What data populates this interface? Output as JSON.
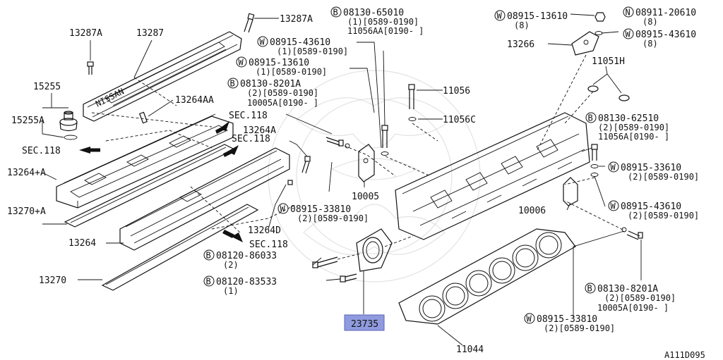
{
  "colors": {
    "ink": "#111111",
    "highlight": "#8f9bde",
    "background": "#ffffff"
  },
  "labels": {
    "p13287A_top": "13287A",
    "p13287A_left": "13287A",
    "p13287": "13287",
    "p15255": "15255",
    "p15255A": "15255A",
    "sec118_left": "SEC.118",
    "p13264_A": "13264+A",
    "p13270_A": "13270+A",
    "p13264": "13264",
    "p13270": "13270",
    "p13264AA": "13264AA",
    "sec118_a": "SEC.118",
    "sec118_b": "SEC.118",
    "p13264A": "13264A",
    "p13264D": "13264D",
    "sec118_c": "SEC.118",
    "b08130_65010": "08130-65010",
    "b08130_65010_l1": "(1)[0589-0190]",
    "p11056AA": "11056AA[0190-    ]",
    "w08915_43610_a": "08915-43610",
    "w08915_43610_a_l1": "(1)[0589-0190]",
    "w08915_13610_a": "08915-13610",
    "w08915_13610_a_l1": "(1)[0589-0190]",
    "b08130_8201A_a": "08130-8201A",
    "b08130_8201A_a_l1": "(2)[0589-0190]",
    "p10005A_a": "10005A[0190-    ]",
    "p11056": "11056",
    "p11056C": "11056C",
    "p10005": "10005",
    "w08915_33810_a": "08915-33810",
    "w08915_33810_a_l1": "(2)[0589-0190]",
    "b08120_86033": "08120-86033",
    "b08120_86033_l1": "(2)",
    "b08120_83533": "08120-83533",
    "b08120_83533_l1": "(1)",
    "p23735": "23735",
    "p11044": "11044",
    "w08915_13610_b": "08915-13610",
    "w08915_13610_b_l1": "(8)",
    "n08911_20610": "08911-20610",
    "n08911_20610_l1": "(8)",
    "w08915_43610_b": "08915-43610",
    "w08915_43610_b_l1": "(8)",
    "p13266": "13266",
    "p11051H": "11051H",
    "b08130_62510": "08130-62510",
    "b08130_62510_l1": "(2)[0589-0190]",
    "p11056A": "11056A[0190-    ]",
    "w08915_33610": "08915-33610",
    "w08915_33610_l1": "(2)[0589-0190]",
    "p10006": "10006",
    "w08915_43610_c": "08915-43610",
    "w08915_43610_c_l1": "(2)[0589-0190]",
    "b08130_8201A_b": "08130-8201A",
    "b08130_8201A_b_l1": "(2)[0589-0190]",
    "p10005A_b": "10005A[0190-    ]",
    "w08915_33810_b": "08915-33810",
    "w08915_33810_b_l1": "(2)[0589-0190]",
    "cover_brand": "NISSAN",
    "figure_code": "A111D095"
  },
  "markers": {
    "B": "B",
    "W": "W",
    "N": "N"
  }
}
